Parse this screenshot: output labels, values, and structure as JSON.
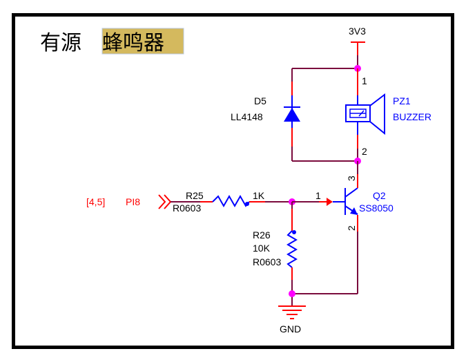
{
  "title": {
    "plain": "有源",
    "highlighted": "蜂鸣器",
    "highlight_color": "#d4b95e"
  },
  "colors": {
    "wire": "#7a0a3c",
    "pin": "#ff0000",
    "component": "#0000ff",
    "junction": "#ff00ff",
    "text": "#000000",
    "net_label": "#ff0000",
    "frame": "#000000"
  },
  "power": {
    "net": "3V3"
  },
  "ground": {
    "net": "GND"
  },
  "port": {
    "sheet_ref": "[4,5]",
    "net": "PI8"
  },
  "components": {
    "D5": {
      "designator": "D5",
      "value": "LL4148"
    },
    "PZ1": {
      "designator": "PZ1",
      "value": "BUZZER",
      "pins": [
        "1",
        "2"
      ]
    },
    "R25": {
      "designator": "R25",
      "value": "1K",
      "footprint": "R0603"
    },
    "R26": {
      "designator": "R26",
      "value": "10K",
      "footprint": "R0603"
    },
    "Q2": {
      "designator": "Q2",
      "value": "SS8050",
      "pins": [
        "1",
        "2",
        "3"
      ]
    }
  }
}
